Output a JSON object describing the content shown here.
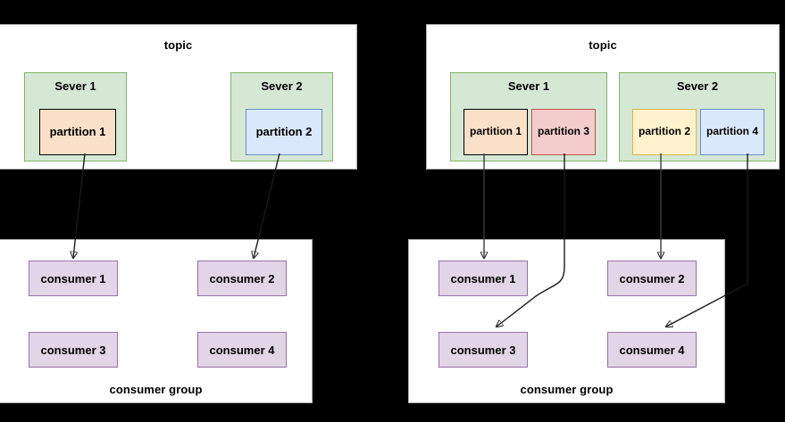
{
  "diagram": {
    "title": "kafka-topic-partition-consumer-group-diagram",
    "colors": {
      "background": "#000000",
      "panel_fill": "#ffffff",
      "server_fill": "#D5E8D4",
      "server_stroke": "#82B366",
      "partition_orange_fill": "#FAE0C8",
      "partition_orange_stroke": "#000000",
      "partition_blue_fill": "#DAE8FC",
      "partition_blue_stroke": "#6C8EBF",
      "partition_pink_fill": "#F5CCCC",
      "partition_pink_stroke": "#B85450",
      "partition_yellow_fill": "#FFF2CC",
      "partition_yellow_stroke": "#D6B656",
      "consumer_fill": "#E1D5E7",
      "consumer_stroke": "#9673A6",
      "edge_stroke": "#3b3b3b"
    }
  },
  "left_scenario": {
    "topic_panel": {
      "caption": "topic",
      "servers": [
        {
          "name": "Sever 1",
          "partitions": [
            {
              "label": "partition 1",
              "style": "orange"
            }
          ]
        },
        {
          "name": "Sever 2",
          "partitions": [
            {
              "label": "partition 2",
              "style": "blue"
            }
          ]
        }
      ]
    },
    "consumer_group_panel": {
      "caption": "consumer group",
      "consumers": [
        {
          "label": "consumer 1"
        },
        {
          "label": "consumer 2"
        },
        {
          "label": "consumer 3"
        },
        {
          "label": "consumer 4"
        }
      ]
    },
    "assignments": [
      {
        "from": "partition 1",
        "to": "consumer 1"
      },
      {
        "from": "partition 2",
        "to": "consumer 2"
      }
    ]
  },
  "right_scenario": {
    "topic_panel": {
      "caption": "topic",
      "servers": [
        {
          "name": "Sever 1",
          "partitions": [
            {
              "label": "partition 1",
              "style": "orange"
            },
            {
              "label": "partition 3",
              "style": "pink"
            }
          ]
        },
        {
          "name": "Sever 2",
          "partitions": [
            {
              "label": "partition 2",
              "style": "yellow"
            },
            {
              "label": "partition 4",
              "style": "blue"
            }
          ]
        }
      ]
    },
    "consumer_group_panel": {
      "caption": "consumer group",
      "consumers": [
        {
          "label": "consumer 1"
        },
        {
          "label": "consumer 2"
        },
        {
          "label": "consumer 3"
        },
        {
          "label": "consumer 4"
        }
      ]
    },
    "assignments": [
      {
        "from": "partition 1",
        "to": "consumer 1"
      },
      {
        "from": "partition 2",
        "to": "consumer 2"
      },
      {
        "from": "partition 3",
        "to": "consumer 3"
      },
      {
        "from": "partition 4",
        "to": "consumer 4"
      }
    ]
  }
}
